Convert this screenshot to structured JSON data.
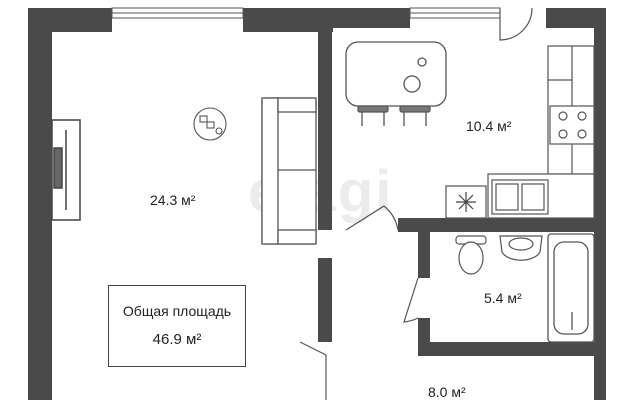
{
  "watermark": "etagi",
  "rooms": {
    "living": "24.3 м²",
    "kitchen": "10.4 м²",
    "bathroom": "5.4 м²",
    "hall": "8.0 м²"
  },
  "total": {
    "label": "Общая площадь",
    "value": "46.9 м²"
  },
  "icons": [
    "fan-icon",
    "snowflake-icon"
  ],
  "colors": {
    "wall": "#4a4a4a",
    "line": "#555555"
  }
}
